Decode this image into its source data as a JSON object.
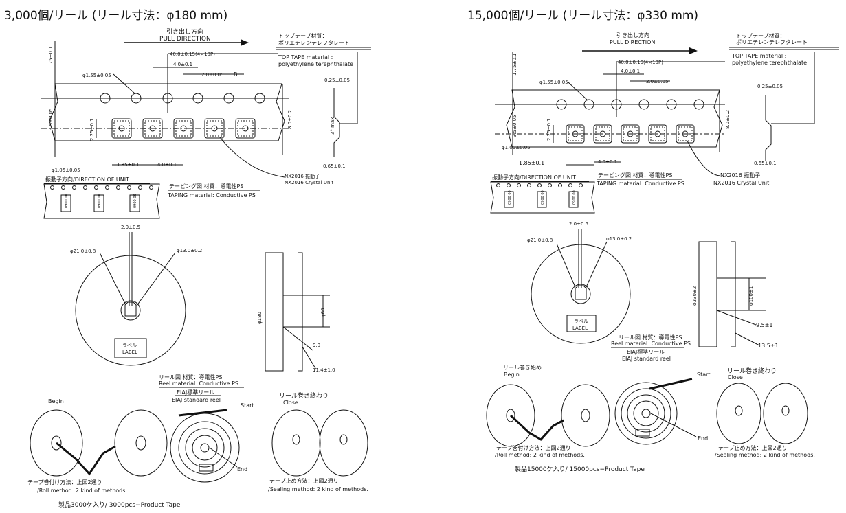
{
  "left": {
    "heading": "3,000個/リール (リール寸法：φ180 mm)",
    "pull_jp": "引き出し方向",
    "pull_en": "PULL DIRECTION",
    "toptape_jp": "トップテープ材質：",
    "toptape_jp2": "ポリエチレンテレフタレート",
    "toptape_en": "TOP TAPE material :",
    "toptape_en2": "polyethylene terephthalate",
    "dim_pitch10": "40.0±0.15(4×10P)",
    "dim_p0": "4.0±0.1",
    "dim_p2": "2.0±0.05",
    "dim_b": "B",
    "dim_hole": "φ1.55±0.05",
    "dim_175": "1.75±0.1",
    "dim_35": "3.5±0.05",
    "dim_225": "2.25±0.1",
    "dim_80": "8.0±0.2",
    "dim_025": "0.25±0.05",
    "dim_3max": "3° max",
    "dim_065": "0.65±0.1",
    "dim_185": "1.85±0.1",
    "dim_p1": "4.0±0.1",
    "dim_105": "φ1.05±0.05",
    "dir_unit": "振動子方向/DIRECTION OF UNIT",
    "unit_mark": "0900 00",
    "taping_jp": "テーピング図 材質：導電性PS",
    "taping_en": "TAPING material: Conductive PS",
    "crystal_jp": "NX2016 振動子",
    "crystal_en": "NX2016 Crystal Unit",
    "dim_20": "2.0±0.5",
    "dim_210": "φ21.0±0.8",
    "dim_130": "φ13.0±0.2",
    "dim_180": "φ180",
    "dim_60": "φ60",
    "dim_90": "9.0",
    "dim_114": "11.4±1.0",
    "label_jp": "ラベル",
    "label_en": "LABEL",
    "reel_jp": "リール図 材質：導電性PS",
    "reel_en": "Reel material: Conductive PS",
    "eiaj_jp": "EIAJ標準リール",
    "eiaj_en": "EIAJ standard reel",
    "begin": "Begin",
    "start": "Start",
    "end": "End",
    "close_jp": "リール巻き終わり",
    "close_en": "Close",
    "roll_jp": "テープ巻付け方法：上図2通り",
    "roll_en": "/Roll method: 2 kind of methods.",
    "seal_jp": "テープ止め方法：上図2通り",
    "seal_en": "/Sealing method: 2 kind of methods.",
    "product": "製品3000ケ入り/ 3000pcs−Product Tape"
  },
  "right": {
    "heading": "15,000個/リール (リール寸法：φ330 mm)",
    "pull_jp": "引き出し方向",
    "pull_en": "PULL DIRECTION",
    "toptape_jp": "トップテープ材質：",
    "toptape_jp2": "ポリエチレンテレフタレート",
    "toptape_en": "TOP TAPE material :",
    "toptape_en2": "polyethylene terephthalate",
    "dim_pitch10": "40.0±0.15(4×10P)",
    "dim_p0": "4.0±0.1",
    "dim_p2": "2.0±0.05",
    "dim_hole": "φ1.55±0.05",
    "dim_175": "1.75±0.1",
    "dim_35": "3.5±0.05",
    "dim_225": "2.25±0.1",
    "dim_80": "8.0±0.2",
    "dim_025": "0.25±0.05",
    "dim_065": "0.65±0.1",
    "dim_185": "1.85±0.1",
    "dim_p1": "4.0±0.1",
    "dim_105": "φ1.05±0.05",
    "dir_unit": "振動子方向/DIRECTION OF UNIT",
    "unit_mark": "0900 00",
    "taping_jp": "テーピング図 材質：導電性PS",
    "taping_en": "TAPING material: Conductive PS",
    "crystal_jp": "NX2016 振動子",
    "crystal_en": "NX2016 Crystal Unit",
    "dim_20": "2.0±0.5",
    "dim_210": "φ21.0±0.8",
    "dim_130": "φ13.0±0.2",
    "dim_330": "φ330±2",
    "dim_100": "φ100±1",
    "dim_95": "9.5±1",
    "dim_135": "13.5±1",
    "label_jp": "ラベル",
    "label_en": "LABEL",
    "reel_jp": "リール図 材質：導電性PS",
    "reel_en": "Reel material: Conductive PS",
    "eiaj_jp": "EIAJ標準リール",
    "eiaj_en": "EIAJ standard reel",
    "begin_jp": "リール巻き始め",
    "begin": "Begin",
    "start": "Start",
    "end": "End",
    "close_jp": "リール巻き終わり",
    "close_en": "Close",
    "roll_jp": "テープ巻付け方法：上図2通り",
    "roll_en": "/Roll method: 2 kind of methods.",
    "seal_jp": "テープ止め方法：上図2通り",
    "seal_en": "/Sealing method: 2 kind of methods.",
    "product": "製品15000ケ入り/ 15000pcs−Product Tape"
  }
}
